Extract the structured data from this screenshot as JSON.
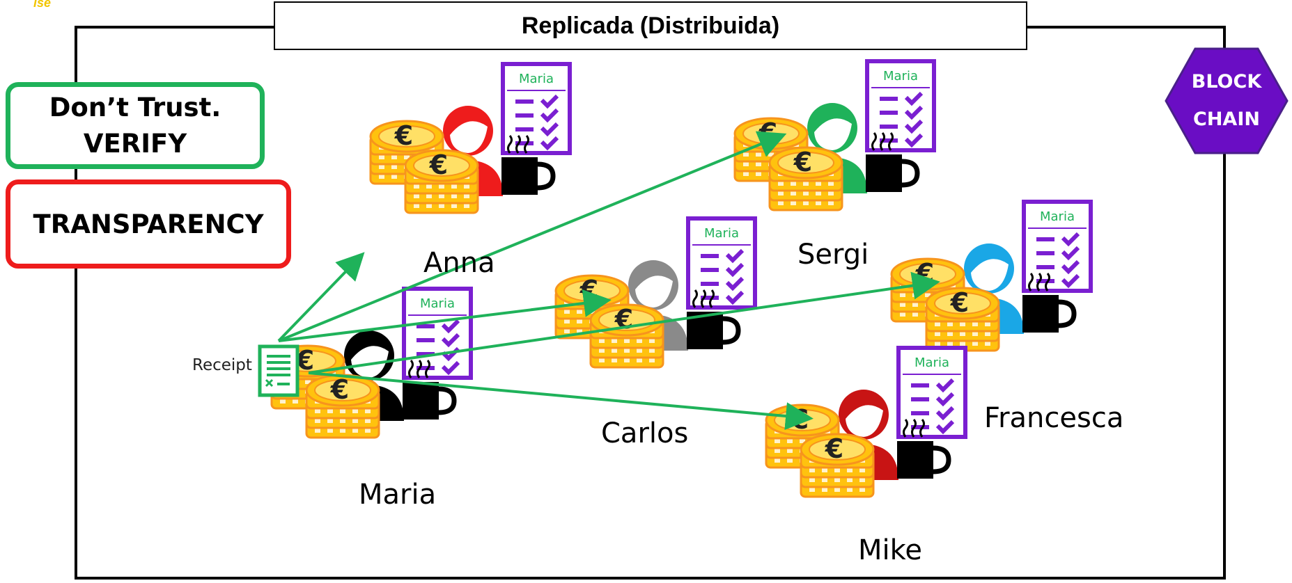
{
  "logo_text": "ise",
  "title": "Replicada (Distribuida)",
  "callouts": {
    "trust_line1": "Don’t Trust.",
    "trust_line2": "VERIFY",
    "transparency": "TRANSPARENCY"
  },
  "blockchain": {
    "line1": "BLOCK",
    "line2": "CHAIN",
    "color": "#6a0dc4"
  },
  "receipt_label": "Receipt",
  "ledger_owner": "Maria",
  "colors": {
    "arrow": "#1fb25a",
    "ledger": "#7a1fd1",
    "coin": "#ffc20e",
    "coin_edge": "#f7941d"
  },
  "nodes": [
    {
      "name": "Anna",
      "person_color": "#ee1c1c"
    },
    {
      "name": "Sergi",
      "person_color": "#1fb25a"
    },
    {
      "name": "Carlos",
      "person_color": "#8a8a8a"
    },
    {
      "name": "Francesca",
      "person_color": "#1aa7e6"
    },
    {
      "name": "Maria",
      "person_color": "#000000"
    },
    {
      "name": "Mike",
      "person_color": "#c81414"
    }
  ]
}
